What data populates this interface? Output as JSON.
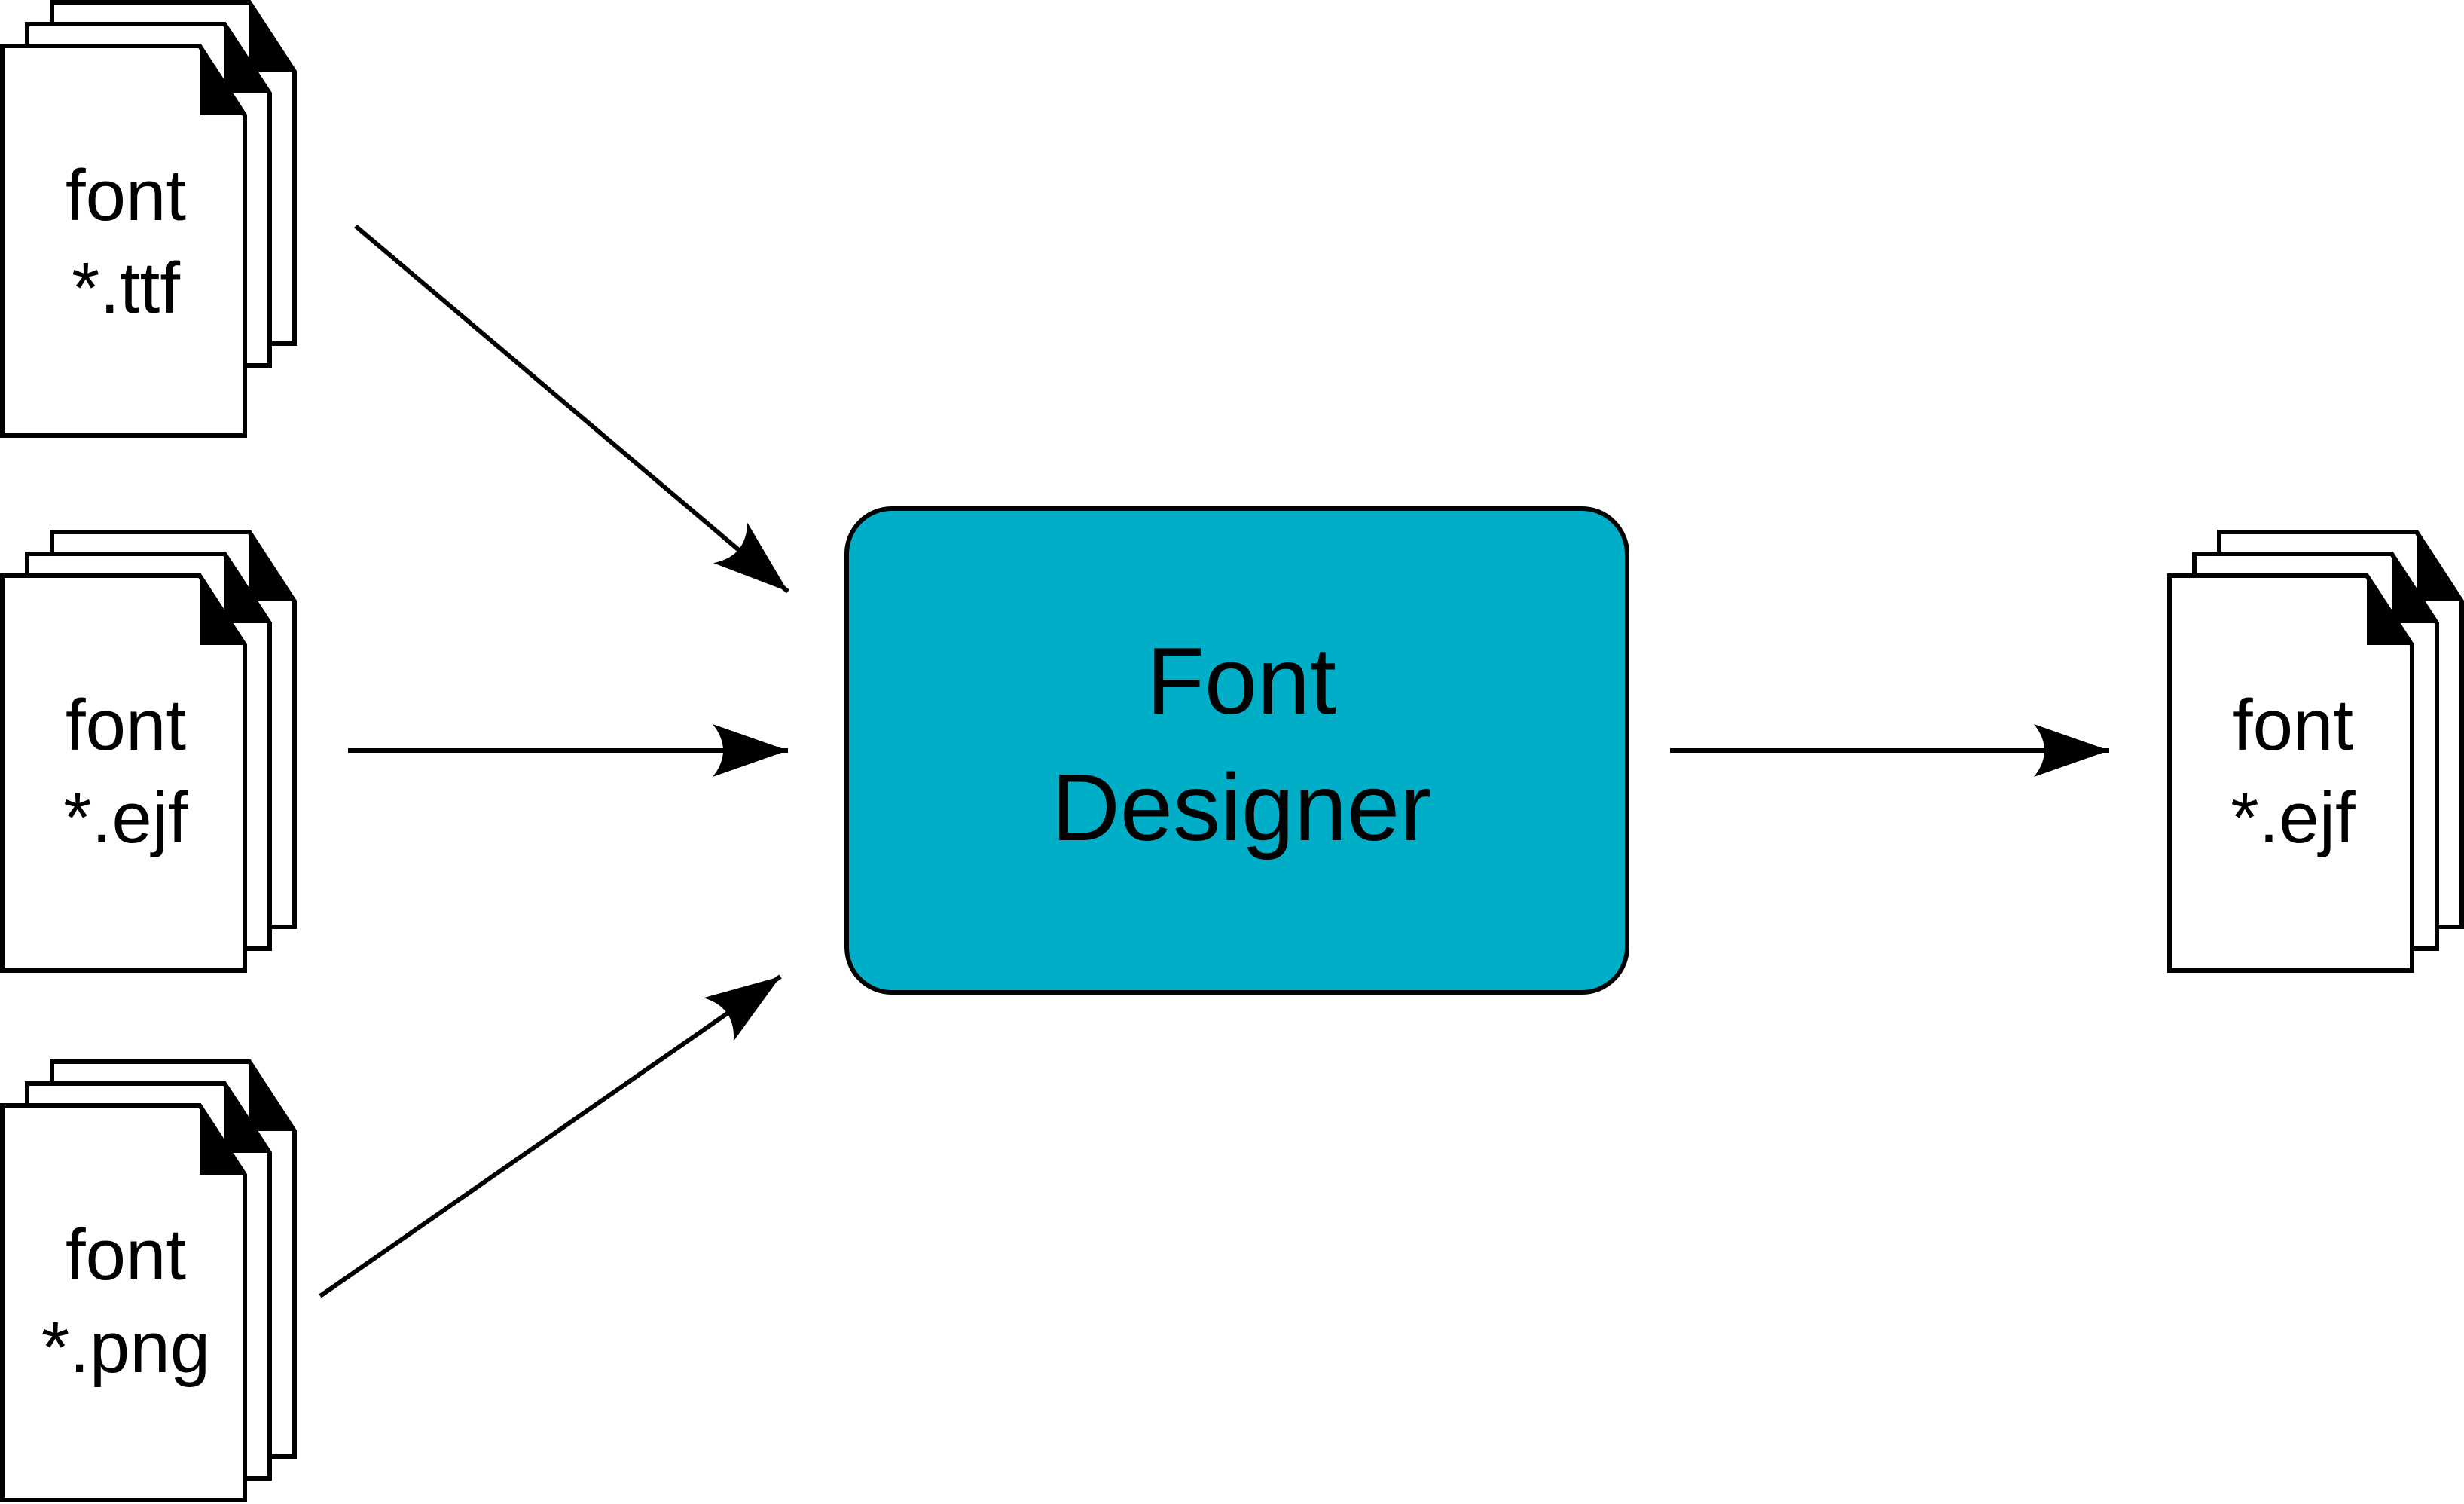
{
  "inputs": [
    {
      "line1": "font",
      "line2": "*.ttf"
    },
    {
      "line1": "font",
      "line2": "*.ejf"
    },
    {
      "line1": "font",
      "line2": "*.png"
    }
  ],
  "process": {
    "line1": "Font",
    "line2": "Designer",
    "color": "#00AEC7"
  },
  "output": {
    "line1": "font",
    "line2": "*.ejf"
  }
}
